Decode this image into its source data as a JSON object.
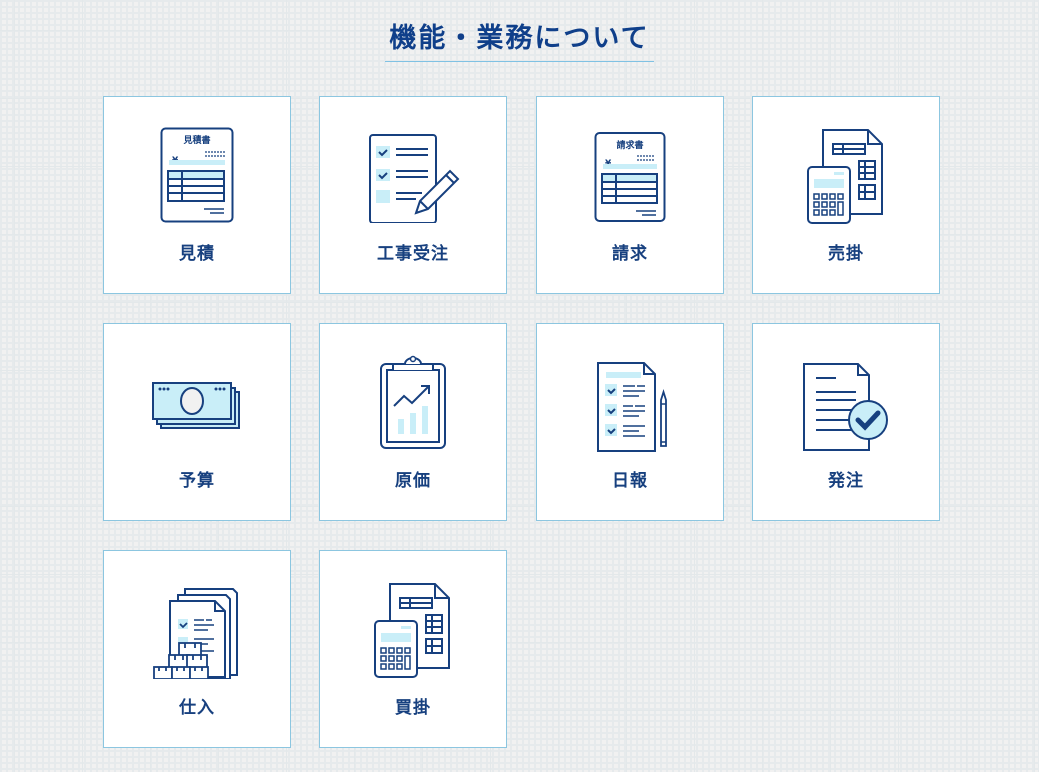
{
  "page": {
    "title": "機能・業務について",
    "accent_color": "#17407f",
    "border_color": "#8cc6e0",
    "highlight_color": "#c9eef8"
  },
  "cards": [
    {
      "label": "見積",
      "icon": "estimate-document-icon",
      "doc_heading": "見積書",
      "currency": "¥"
    },
    {
      "label": "工事受注",
      "icon": "checklist-pencil-icon"
    },
    {
      "label": "請求",
      "icon": "invoice-document-icon",
      "doc_heading": "請求書",
      "currency": "¥"
    },
    {
      "label": "売掛",
      "icon": "calculator-ledger-icon"
    },
    {
      "label": "予算",
      "icon": "banknotes-icon"
    },
    {
      "label": "原価",
      "icon": "clipboard-chart-icon"
    },
    {
      "label": "日報",
      "icon": "daily-report-icon"
    },
    {
      "label": "発注",
      "icon": "document-check-icon"
    },
    {
      "label": "仕入",
      "icon": "boxes-documents-icon"
    },
    {
      "label": "買掛",
      "icon": "calculator-ledger-icon"
    }
  ]
}
